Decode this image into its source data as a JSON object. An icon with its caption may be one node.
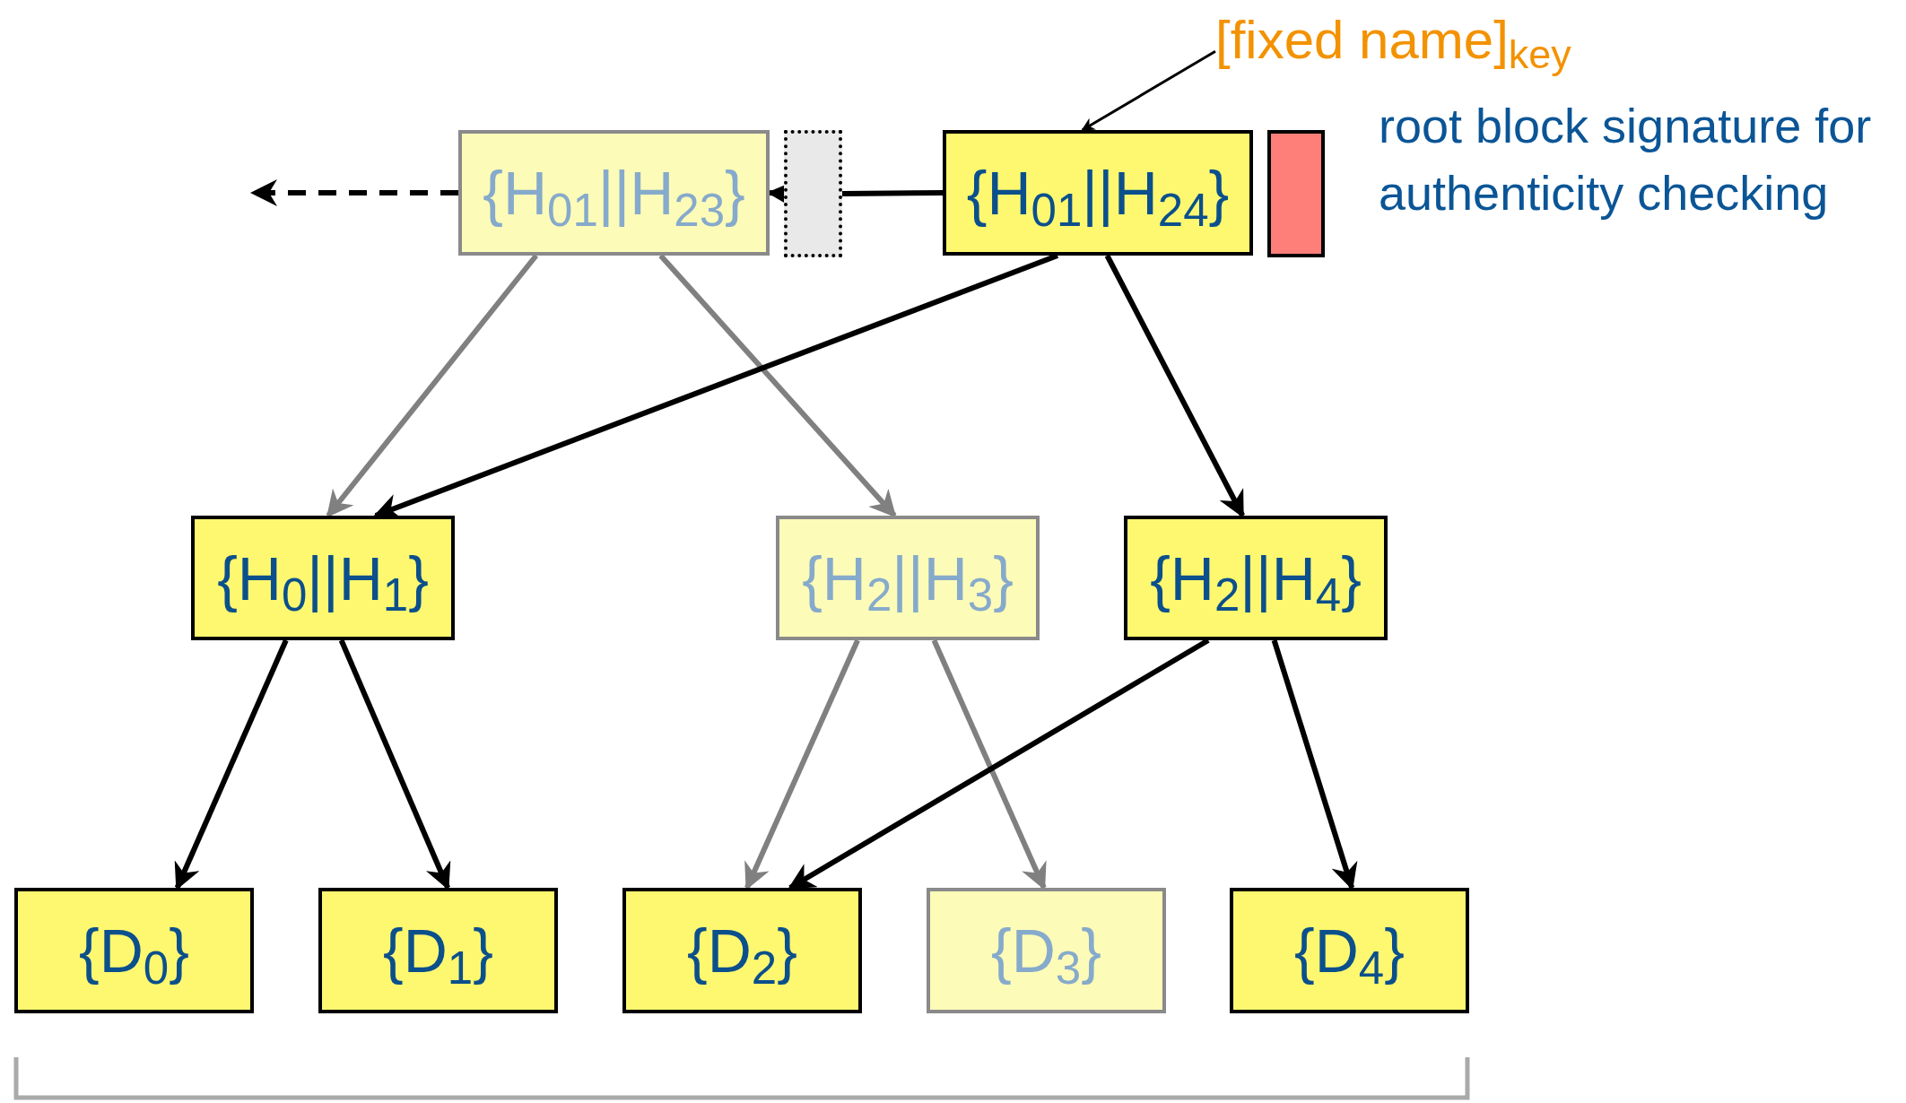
{
  "diagram": {
    "nodes": [
      {
        "text": [
          "{H$_{01}$||H$_{23}$}"
        ]
      },
      {
        "text": [],
        "shape": "box"
      },
      {
        "text": [
          "{H$_{01}$||H$_{24}$}"
        ]
      },
      {
        "text": [],
        "shape": "box",
        "beside": [
          "root block signature for authenticity checking"
        ]
      },
      {
        "text": [
          "[fixed name]$_{key}$"
        ]
      },
      {
        "text": [
          "{H$_{0}$||H$_{1}$}"
        ]
      },
      {
        "text": [
          "{H$_{2}$||H$_{3}$}"
        ]
      },
      {
        "text": [
          "{H$_{2}$||H$_{4}$}"
        ]
      },
      {
        "text": [
          "{D$_{0}$}"
        ]
      },
      {
        "text": [
          "{D$_{1}$}"
        ]
      },
      {
        "text": [
          "{D$_{2}$}"
        ]
      },
      {
        "text": [
          "{D$_{3}$}"
        ]
      },
      {
        "text": [
          "{D$_{4}$}"
        ]
      }
    ],
    "edges": [
      {
        "from": 2,
        "to": 1,
        "arrow": "none"
      },
      {
        "from": 1,
        "to": 0,
        "arrow": "to"
      },
      {
        "from": 0,
        "to": null,
        "arrow": "to",
        "style": "dashed"
      },
      {
        "from": 4,
        "to": 2,
        "arrow": "to"
      },
      {
        "from": 0,
        "to": 5,
        "arrow": "to",
        "color": "#808080"
      },
      {
        "from": 0,
        "to": 6,
        "arrow": "to",
        "color": "#808080"
      },
      {
        "from": 2,
        "to": 5,
        "arrow": "to"
      },
      {
        "from": 2,
        "to": 7,
        "arrow": "to"
      },
      {
        "from": 5,
        "to": 8,
        "arrow": "to"
      },
      {
        "from": 5,
        "to": 9,
        "arrow": "to"
      },
      {
        "from": 6,
        "to": 10,
        "arrow": "to",
        "color": "#808080"
      },
      {
        "from": 6,
        "to": 11,
        "arrow": "to",
        "color": "#808080"
      },
      {
        "from": 7,
        "to": 10,
        "arrow": "to"
      },
      {
        "from": 7,
        "to": 12,
        "arrow": "to"
      }
    ]
  }
}
